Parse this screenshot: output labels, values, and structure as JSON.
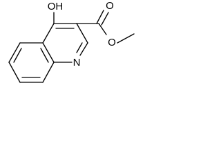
{
  "molecule": {
    "atoms": {
      "hydroxyl": "OH",
      "carbonyl_oxygen": "O",
      "ester_oxygen": "O",
      "ring_nitrogen": "N"
    }
  }
}
